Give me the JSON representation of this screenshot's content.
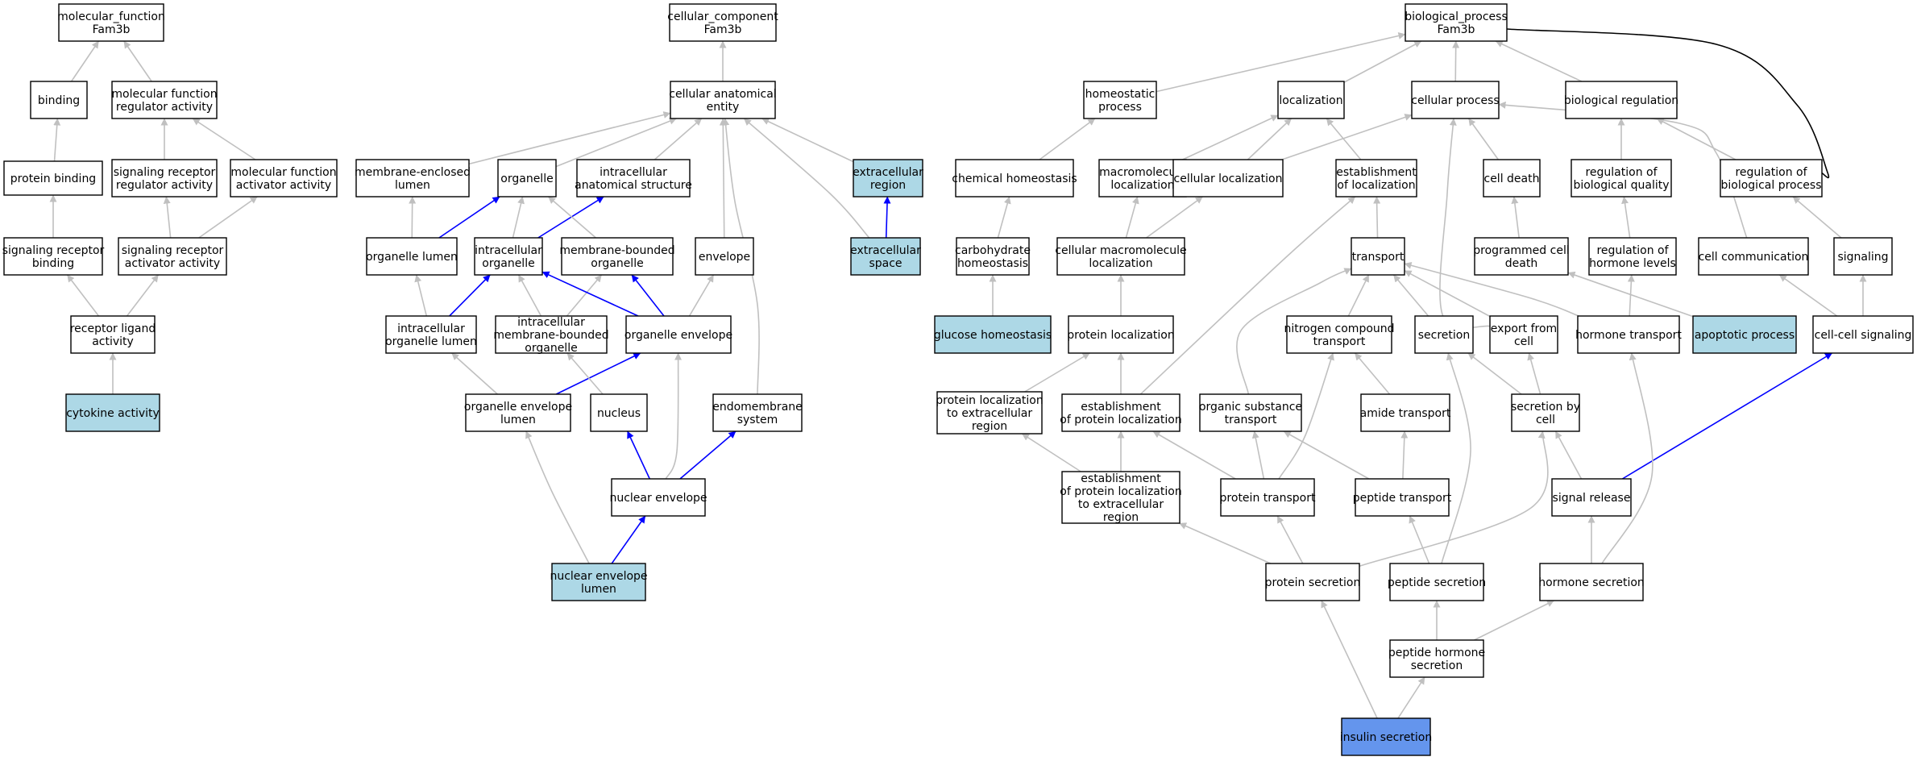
{
  "colors": {
    "gray": "#c0c0c0",
    "blue": "#0000ff",
    "black": "#000000",
    "default_fill": "#ffffff",
    "highlight_fill": "#add8e6",
    "query_fill": "#6495ed"
  },
  "nodes": [
    {
      "id": "mf_root",
      "lines": [
        "molecular_function",
        "Fam3b"
      ],
      "fill": "default"
    },
    {
      "id": "binding",
      "lines": [
        "binding"
      ],
      "fill": "default"
    },
    {
      "id": "mf_regulator",
      "lines": [
        "molecular function",
        "regulator activity"
      ],
      "fill": "default"
    },
    {
      "id": "protein_binding",
      "lines": [
        "protein binding"
      ],
      "fill": "default"
    },
    {
      "id": "sig_rec_regulator",
      "lines": [
        "signaling receptor",
        "regulator activity"
      ],
      "fill": "default"
    },
    {
      "id": "mf_activator",
      "lines": [
        "molecular function",
        "activator activity"
      ],
      "fill": "default"
    },
    {
      "id": "sig_rec_binding",
      "lines": [
        "signaling receptor",
        "binding"
      ],
      "fill": "default"
    },
    {
      "id": "sig_rec_activator",
      "lines": [
        "signaling receptor",
        "activator activity"
      ],
      "fill": "default"
    },
    {
      "id": "receptor_ligand",
      "lines": [
        "receptor ligand",
        "activity"
      ],
      "fill": "default"
    },
    {
      "id": "cytokine",
      "lines": [
        "cytokine activity"
      ],
      "fill": "highlight"
    },
    {
      "id": "cc_root",
      "lines": [
        "cellular_component",
        "Fam3b"
      ],
      "fill": "default"
    },
    {
      "id": "cae",
      "lines": [
        "cellular anatomical",
        "entity"
      ],
      "fill": "default"
    },
    {
      "id": "mel",
      "lines": [
        "membrane-enclosed",
        "lumen"
      ],
      "fill": "default"
    },
    {
      "id": "organelle",
      "lines": [
        "organelle"
      ],
      "fill": "default"
    },
    {
      "id": "ias",
      "lines": [
        "intracellular",
        "anatomical structure"
      ],
      "fill": "default"
    },
    {
      "id": "ext_region",
      "lines": [
        "extracellular",
        "region"
      ],
      "fill": "highlight"
    },
    {
      "id": "org_lumen",
      "lines": [
        "organelle lumen"
      ],
      "fill": "default"
    },
    {
      "id": "ic_org",
      "lines": [
        "intracellular",
        "organelle"
      ],
      "fill": "default"
    },
    {
      "id": "mbo",
      "lines": [
        "membrane-bounded",
        "organelle"
      ],
      "fill": "default"
    },
    {
      "id": "envelope",
      "lines": [
        "envelope"
      ],
      "fill": "default"
    },
    {
      "id": "ext_space",
      "lines": [
        "extracellular",
        "space"
      ],
      "fill": "highlight"
    },
    {
      "id": "ic_org_lumen",
      "lines": [
        "intracellular",
        "organelle lumen"
      ],
      "fill": "default"
    },
    {
      "id": "ic_mbo",
      "lines": [
        "intracellular",
        "membrane-bounded",
        "organelle"
      ],
      "fill": "default"
    },
    {
      "id": "org_env",
      "lines": [
        "organelle envelope"
      ],
      "fill": "default"
    },
    {
      "id": "org_env_lumen",
      "lines": [
        "organelle envelope",
        "lumen"
      ],
      "fill": "default"
    },
    {
      "id": "nucleus",
      "lines": [
        "nucleus"
      ],
      "fill": "default"
    },
    {
      "id": "endomembrane",
      "lines": [
        "endomembrane",
        "system"
      ],
      "fill": "default"
    },
    {
      "id": "nuc_env",
      "lines": [
        "nuclear envelope"
      ],
      "fill": "default"
    },
    {
      "id": "nuc_env_lumen",
      "lines": [
        "nuclear envelope",
        "lumen"
      ],
      "fill": "highlight"
    },
    {
      "id": "bp_root",
      "lines": [
        "biological_process",
        "Fam3b"
      ],
      "fill": "default"
    },
    {
      "id": "homeostatic",
      "lines": [
        "homeostatic",
        "process"
      ],
      "fill": "default"
    },
    {
      "id": "localization",
      "lines": [
        "localization"
      ],
      "fill": "default"
    },
    {
      "id": "cellular_process",
      "lines": [
        "cellular process"
      ],
      "fill": "default"
    },
    {
      "id": "bio_reg",
      "lines": [
        "biological regulation"
      ],
      "fill": "default"
    },
    {
      "id": "chem_homeo",
      "lines": [
        "chemical homeostasis"
      ],
      "fill": "default"
    },
    {
      "id": "macro_loc",
      "lines": [
        "macromolecule",
        "localization"
      ],
      "fill": "default"
    },
    {
      "id": "cell_loc",
      "lines": [
        "cellular localization"
      ],
      "fill": "default"
    },
    {
      "id": "est_loc",
      "lines": [
        "establishment",
        "of localization"
      ],
      "fill": "default"
    },
    {
      "id": "cell_death",
      "lines": [
        "cell death"
      ],
      "fill": "default"
    },
    {
      "id": "reg_bio_quality",
      "lines": [
        "regulation of",
        "biological quality"
      ],
      "fill": "default"
    },
    {
      "id": "reg_bio_process",
      "lines": [
        "regulation of",
        "biological process"
      ],
      "fill": "default"
    },
    {
      "id": "carb_homeo",
      "lines": [
        "carbohydrate",
        "homeostasis"
      ],
      "fill": "default"
    },
    {
      "id": "cell_macro_loc",
      "lines": [
        "cellular macromolecule",
        "localization"
      ],
      "fill": "default"
    },
    {
      "id": "transport",
      "lines": [
        "transport"
      ],
      "fill": "default"
    },
    {
      "id": "prog_cell_death",
      "lines": [
        "programmed cell",
        "death"
      ],
      "fill": "default"
    },
    {
      "id": "reg_hormone",
      "lines": [
        "regulation of",
        "hormone levels"
      ],
      "fill": "default"
    },
    {
      "id": "cell_comm",
      "lines": [
        "cell communication"
      ],
      "fill": "default"
    },
    {
      "id": "signaling",
      "lines": [
        "signaling"
      ],
      "fill": "default"
    },
    {
      "id": "glucose_homeo",
      "lines": [
        "glucose homeostasis"
      ],
      "fill": "highlight"
    },
    {
      "id": "protein_loc",
      "lines": [
        "protein localization"
      ],
      "fill": "default"
    },
    {
      "id": "nitrogen_transport",
      "lines": [
        "nitrogen compound",
        "transport"
      ],
      "fill": "default"
    },
    {
      "id": "secretion",
      "lines": [
        "secretion"
      ],
      "fill": "default"
    },
    {
      "id": "export_cell",
      "lines": [
        "export from",
        "cell"
      ],
      "fill": "default"
    },
    {
      "id": "hormone_transport",
      "lines": [
        "hormone transport"
      ],
      "fill": "default"
    },
    {
      "id": "apoptotic",
      "lines": [
        "apoptotic process"
      ],
      "fill": "highlight"
    },
    {
      "id": "cc_signaling",
      "lines": [
        "cell-cell signaling"
      ],
      "fill": "default"
    },
    {
      "id": "prot_loc_ext",
      "lines": [
        "protein localization",
        "to extracellular",
        "region"
      ],
      "fill": "default"
    },
    {
      "id": "est_prot_loc",
      "lines": [
        "establishment",
        "of protein localization"
      ],
      "fill": "default"
    },
    {
      "id": "org_sub_transport",
      "lines": [
        "organic substance",
        "transport"
      ],
      "fill": "default"
    },
    {
      "id": "amide_transport",
      "lines": [
        "amide transport"
      ],
      "fill": "default"
    },
    {
      "id": "sec_by_cell",
      "lines": [
        "secretion by",
        "cell"
      ],
      "fill": "default"
    },
    {
      "id": "est_prot_loc_ext",
      "lines": [
        "establishment",
        "of protein localization",
        "to extracellular",
        "region"
      ],
      "fill": "default"
    },
    {
      "id": "protein_transport",
      "lines": [
        "protein transport"
      ],
      "fill": "default"
    },
    {
      "id": "peptide_transport",
      "lines": [
        "peptide transport"
      ],
      "fill": "default"
    },
    {
      "id": "signal_release",
      "lines": [
        "signal release"
      ],
      "fill": "default"
    },
    {
      "id": "protein_secretion",
      "lines": [
        "protein secretion"
      ],
      "fill": "default"
    },
    {
      "id": "peptide_secretion",
      "lines": [
        "peptide secretion"
      ],
      "fill": "default"
    },
    {
      "id": "hormone_secretion",
      "lines": [
        "hormone secretion"
      ],
      "fill": "default"
    },
    {
      "id": "pep_hormone_sec",
      "lines": [
        "peptide hormone",
        "secretion"
      ],
      "fill": "default"
    },
    {
      "id": "insulin_sec",
      "lines": [
        "insulin secretion"
      ],
      "fill": "query"
    }
  ],
  "edges": [
    {
      "from": "binding",
      "to": "mf_root",
      "color": "gray"
    },
    {
      "from": "mf_regulator",
      "to": "mf_root",
      "color": "gray"
    },
    {
      "from": "protein_binding",
      "to": "binding",
      "color": "gray"
    },
    {
      "from": "sig_rec_regulator",
      "to": "mf_regulator",
      "color": "gray"
    },
    {
      "from": "mf_activator",
      "to": "mf_regulator",
      "color": "gray"
    },
    {
      "from": "sig_rec_binding",
      "to": "protein_binding",
      "color": "gray"
    },
    {
      "from": "sig_rec_activator",
      "to": "sig_rec_regulator",
      "color": "gray"
    },
    {
      "from": "sig_rec_activator",
      "to": "mf_activator",
      "color": "gray"
    },
    {
      "from": "receptor_ligand",
      "to": "sig_rec_binding",
      "color": "gray"
    },
    {
      "from": "receptor_ligand",
      "to": "sig_rec_activator",
      "color": "gray"
    },
    {
      "from": "cytokine",
      "to": "receptor_ligand",
      "color": "gray"
    },
    {
      "from": "cae",
      "to": "cc_root",
      "color": "gray"
    },
    {
      "from": "mel",
      "to": "cae",
      "color": "gray"
    },
    {
      "from": "organelle",
      "to": "cae",
      "color": "gray"
    },
    {
      "from": "ias",
      "to": "cae",
      "color": "gray"
    },
    {
      "from": "ext_region",
      "to": "cae",
      "color": "gray"
    },
    {
      "from": "envelope",
      "to": "cae",
      "color": "gray"
    },
    {
      "from": "ext_space",
      "to": "cae",
      "color": "gray"
    },
    {
      "from": "endomembrane",
      "to": "cae",
      "color": "gray"
    },
    {
      "from": "org_lumen",
      "to": "mel",
      "color": "gray"
    },
    {
      "from": "org_lumen",
      "to": "organelle",
      "color": "blue"
    },
    {
      "from": "ic_org",
      "to": "organelle",
      "color": "gray"
    },
    {
      "from": "ic_org",
      "to": "ias",
      "color": "blue"
    },
    {
      "from": "mbo",
      "to": "organelle",
      "color": "gray"
    },
    {
      "from": "ext_space",
      "to": "ext_region",
      "color": "blue"
    },
    {
      "from": "ic_org_lumen",
      "to": "org_lumen",
      "color": "gray"
    },
    {
      "from": "ic_org_lumen",
      "to": "ic_org",
      "color": "blue"
    },
    {
      "from": "ic_mbo",
      "to": "ic_org",
      "color": "gray"
    },
    {
      "from": "ic_mbo",
      "to": "mbo",
      "color": "gray"
    },
    {
      "from": "org_env",
      "to": "ic_org",
      "color": "blue"
    },
    {
      "from": "org_env",
      "to": "mbo",
      "color": "blue"
    },
    {
      "from": "org_env",
      "to": "envelope",
      "color": "gray"
    },
    {
      "from": "org_env_lumen",
      "to": "ic_org_lumen",
      "color": "gray"
    },
    {
      "from": "org_env_lumen",
      "to": "org_env",
      "color": "blue"
    },
    {
      "from": "nucleus",
      "to": "ic_mbo",
      "color": "gray"
    },
    {
      "from": "nuc_env",
      "to": "nucleus",
      "color": "blue"
    },
    {
      "from": "nuc_env",
      "to": "endomembrane",
      "color": "blue"
    },
    {
      "from": "nuc_env",
      "to": "org_env",
      "color": "gray"
    },
    {
      "from": "nuc_env_lumen",
      "to": "nuc_env",
      "color": "blue"
    },
    {
      "from": "nuc_env_lumen",
      "to": "org_env_lumen",
      "color": "gray"
    },
    {
      "from": "homeostatic",
      "to": "bp_root",
      "color": "gray"
    },
    {
      "from": "localization",
      "to": "bp_root",
      "color": "gray"
    },
    {
      "from": "cellular_process",
      "to": "bp_root",
      "color": "gray"
    },
    {
      "from": "bio_reg",
      "to": "bp_root",
      "color": "gray"
    },
    {
      "from": "reg_bio_process",
      "to": "bp_root",
      "color": "black"
    },
    {
      "from": "chem_homeo",
      "to": "homeostatic",
      "color": "gray"
    },
    {
      "from": "macro_loc",
      "to": "localization",
      "color": "gray"
    },
    {
      "from": "cell_loc",
      "to": "localization",
      "color": "gray"
    },
    {
      "from": "cell_loc",
      "to": "cellular_process",
      "color": "gray"
    },
    {
      "from": "est_loc",
      "to": "localization",
      "color": "gray"
    },
    {
      "from": "cell_death",
      "to": "cellular_process",
      "color": "gray"
    },
    {
      "from": "reg_bio_quality",
      "to": "bio_reg",
      "color": "gray"
    },
    {
      "from": "reg_bio_process",
      "to": "bio_reg",
      "color": "gray"
    },
    {
      "from": "carb_homeo",
      "to": "chem_homeo",
      "color": "gray"
    },
    {
      "from": "cell_macro_loc",
      "to": "macro_loc",
      "color": "gray"
    },
    {
      "from": "cell_macro_loc",
      "to": "cell_loc",
      "color": "gray"
    },
    {
      "from": "transport",
      "to": "est_loc",
      "color": "gray"
    },
    {
      "from": "prog_cell_death",
      "to": "cell_death",
      "color": "gray"
    },
    {
      "from": "reg_hormone",
      "to": "reg_bio_quality",
      "color": "gray"
    },
    {
      "from": "cell_comm",
      "to": "cellular_process",
      "color": "gray"
    },
    {
      "from": "signaling",
      "to": "reg_bio_process",
      "color": "gray"
    },
    {
      "from": "glucose_homeo",
      "to": "carb_homeo",
      "color": "gray"
    },
    {
      "from": "protein_loc",
      "to": "cell_macro_loc",
      "color": "gray"
    },
    {
      "from": "nitrogen_transport",
      "to": "transport",
      "color": "gray"
    },
    {
      "from": "secretion",
      "to": "transport",
      "color": "gray"
    },
    {
      "from": "export_cell",
      "to": "transport",
      "color": "gray"
    },
    {
      "from": "export_cell",
      "to": "cellular_process",
      "color": "gray"
    },
    {
      "from": "hormone_transport",
      "to": "transport",
      "color": "gray"
    },
    {
      "from": "hormone_transport",
      "to": "reg_hormone",
      "color": "gray"
    },
    {
      "from": "apoptotic",
      "to": "prog_cell_death",
      "color": "gray"
    },
    {
      "from": "cc_signaling",
      "to": "cell_comm",
      "color": "gray"
    },
    {
      "from": "cc_signaling",
      "to": "signaling",
      "color": "gray"
    },
    {
      "from": "prot_loc_ext",
      "to": "protein_loc",
      "color": "gray"
    },
    {
      "from": "est_prot_loc",
      "to": "protein_loc",
      "color": "gray"
    },
    {
      "from": "est_prot_loc",
      "to": "est_loc",
      "color": "gray"
    },
    {
      "from": "org_sub_transport",
      "to": "transport",
      "color": "gray"
    },
    {
      "from": "amide_transport",
      "to": "nitrogen_transport",
      "color": "gray"
    },
    {
      "from": "sec_by_cell",
      "to": "secretion",
      "color": "gray"
    },
    {
      "from": "sec_by_cell",
      "to": "export_cell",
      "color": "gray"
    },
    {
      "from": "est_prot_loc_ext",
      "to": "prot_loc_ext",
      "color": "gray"
    },
    {
      "from": "est_prot_loc_ext",
      "to": "est_prot_loc",
      "color": "gray"
    },
    {
      "from": "protein_transport",
      "to": "nitrogen_transport",
      "color": "gray"
    },
    {
      "from": "protein_transport",
      "to": "est_prot_loc",
      "color": "gray"
    },
    {
      "from": "protein_transport",
      "to": "org_sub_transport",
      "color": "gray"
    },
    {
      "from": "peptide_transport",
      "to": "org_sub_transport",
      "color": "gray"
    },
    {
      "from": "peptide_transport",
      "to": "amide_transport",
      "color": "gray"
    },
    {
      "from": "signal_release",
      "to": "cc_signaling",
      "color": "blue"
    },
    {
      "from": "signal_release",
      "to": "sec_by_cell",
      "color": "gray"
    },
    {
      "from": "protein_secretion",
      "to": "est_prot_loc_ext",
      "color": "gray"
    },
    {
      "from": "protein_secretion",
      "to": "protein_transport",
      "color": "gray"
    },
    {
      "from": "protein_secretion",
      "to": "sec_by_cell",
      "color": "gray"
    },
    {
      "from": "peptide_secretion",
      "to": "peptide_transport",
      "color": "gray"
    },
    {
      "from": "peptide_secretion",
      "to": "secretion",
      "color": "gray"
    },
    {
      "from": "hormone_secretion",
      "to": "signal_release",
      "color": "gray"
    },
    {
      "from": "hormone_secretion",
      "to": "hormone_transport",
      "color": "gray"
    },
    {
      "from": "pep_hormone_sec",
      "to": "peptide_secretion",
      "color": "gray"
    },
    {
      "from": "pep_hormone_sec",
      "to": "hormone_secretion",
      "color": "gray"
    },
    {
      "from": "insulin_sec",
      "to": "pep_hormone_sec",
      "color": "gray"
    },
    {
      "from": "insulin_sec",
      "to": "protein_secretion",
      "color": "gray"
    }
  ]
}
